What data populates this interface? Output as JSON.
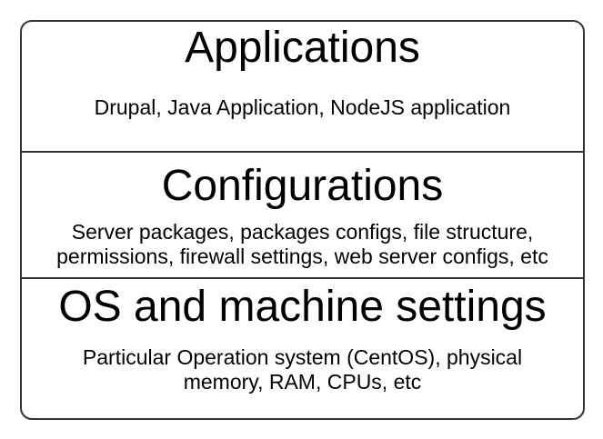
{
  "diagram": {
    "colors": {
      "background": "#ffffff",
      "border": "#333333",
      "text": "#000000"
    },
    "layers": [
      {
        "title": "Applications",
        "description": "Drupal, Java Application, NodeJS application"
      },
      {
        "title": "Configurations",
        "description": "Server packages, packages configs, file structure, permissions, firewall settings, web server configs, etc"
      },
      {
        "title": "OS and machine settings",
        "description": "Particular Operation system (CentOS), physical memory, RAM, CPUs, etc"
      }
    ]
  }
}
